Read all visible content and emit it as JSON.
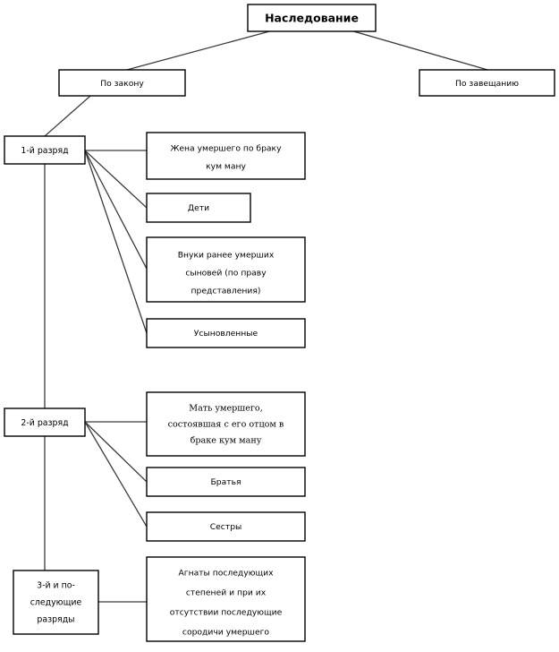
{
  "diagram": {
    "title": "Наследование",
    "style": {
      "box_fill": "#ffffff",
      "box_stroke": "#000000",
      "line_color": "#3a3a3a",
      "text_color": "#000000",
      "background": "#ffffff"
    },
    "root": {
      "label": "Наследование"
    },
    "branches": [
      {
        "label": "По закону"
      },
      {
        "label": "По завещанию"
      }
    ],
    "ranks": [
      {
        "label": "1-й разряд",
        "label_lines": [
          "1-й разряд"
        ],
        "heirs": [
          {
            "lines": [
              "Жена умершего по браку",
              "кум ману"
            ]
          },
          {
            "lines": [
              "Дети"
            ]
          },
          {
            "lines": [
              "Внуки ранее умерших",
              "сыновей (по праву",
              "представления)"
            ]
          },
          {
            "lines": [
              "Усыновленные"
            ]
          }
        ]
      },
      {
        "label": "2-й разряд",
        "label_lines": [
          "2-й разряд"
        ],
        "heirs": [
          {
            "lines": [
              "Мать умершего,",
              "состоявшая с его отцом в",
              "браке кум ману"
            ]
          },
          {
            "lines": [
              "Братья"
            ]
          },
          {
            "lines": [
              "Сестры"
            ]
          }
        ]
      },
      {
        "label": "3-й и по-следующие разряды",
        "label_lines": [
          "3-й и по-",
          "следующие",
          "разряды"
        ],
        "heirs": [
          {
            "lines": [
              "Агнаты последующих",
              "степеней и при их",
              "отсутствии последующие",
              "сородичи умершего"
            ]
          }
        ]
      }
    ],
    "nodes": {
      "root": {
        "text": "Наследование"
      },
      "branch_law": {
        "text": "По закону"
      },
      "branch_will": {
        "text": "По завещанию"
      },
      "rank1": {
        "text": "1-й разряд"
      },
      "rank2": {
        "text": "2-й разряд"
      },
      "rank3_l1": {
        "text": "3-й и по-"
      },
      "rank3_l2": {
        "text": "следующие"
      },
      "rank3_l3": {
        "text": "разряды"
      },
      "heir_wife_l1": {
        "text": "Жена умершего по браку"
      },
      "heir_wife_l2": {
        "text": "кум ману"
      },
      "heir_children": {
        "text": "Дети"
      },
      "heir_grandsons_l1": {
        "text": "Внуки ранее умерших"
      },
      "heir_grandsons_l2": {
        "text": "сыновей (по праву"
      },
      "heir_grandsons_l3": {
        "text": "представления)"
      },
      "heir_adopted": {
        "text": "Усыновленные"
      },
      "heir_mother_l1": {
        "text": "Мать умершего,"
      },
      "heir_mother_l2": {
        "text": "состоявшая с его отцом в"
      },
      "heir_mother_l3": {
        "text": "браке кум ману"
      },
      "heir_brothers": {
        "text": "Братья"
      },
      "heir_sisters": {
        "text": "Сестры"
      },
      "heir_agnates_l1": {
        "text": "Агнаты последующих"
      },
      "heir_agnates_l2": {
        "text": "степеней и при их"
      },
      "heir_agnates_l3": {
        "text": "отсутствии последующие"
      },
      "heir_agnates_l4": {
        "text": "сородичи умершего"
      }
    }
  }
}
